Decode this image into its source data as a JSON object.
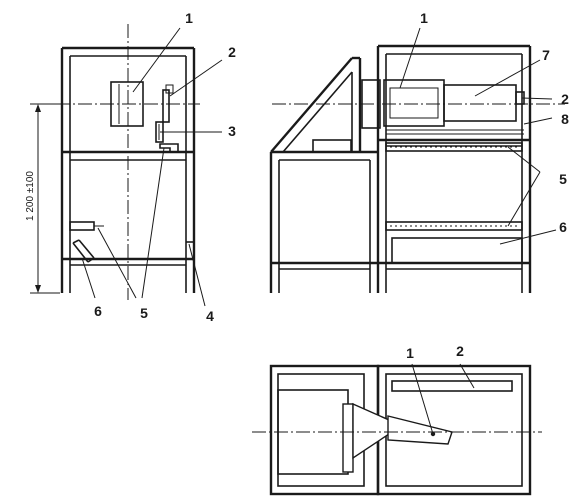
{
  "dimension_label": "1 200 ±100",
  "front_view": {
    "labels": [
      "1",
      "2",
      "3",
      "4",
      "5",
      "6"
    ]
  },
  "side_view": {
    "labels": [
      "1",
      "7",
      "2",
      "8",
      "5",
      "6"
    ]
  },
  "top_view": {
    "labels": [
      "1",
      "2"
    ]
  }
}
